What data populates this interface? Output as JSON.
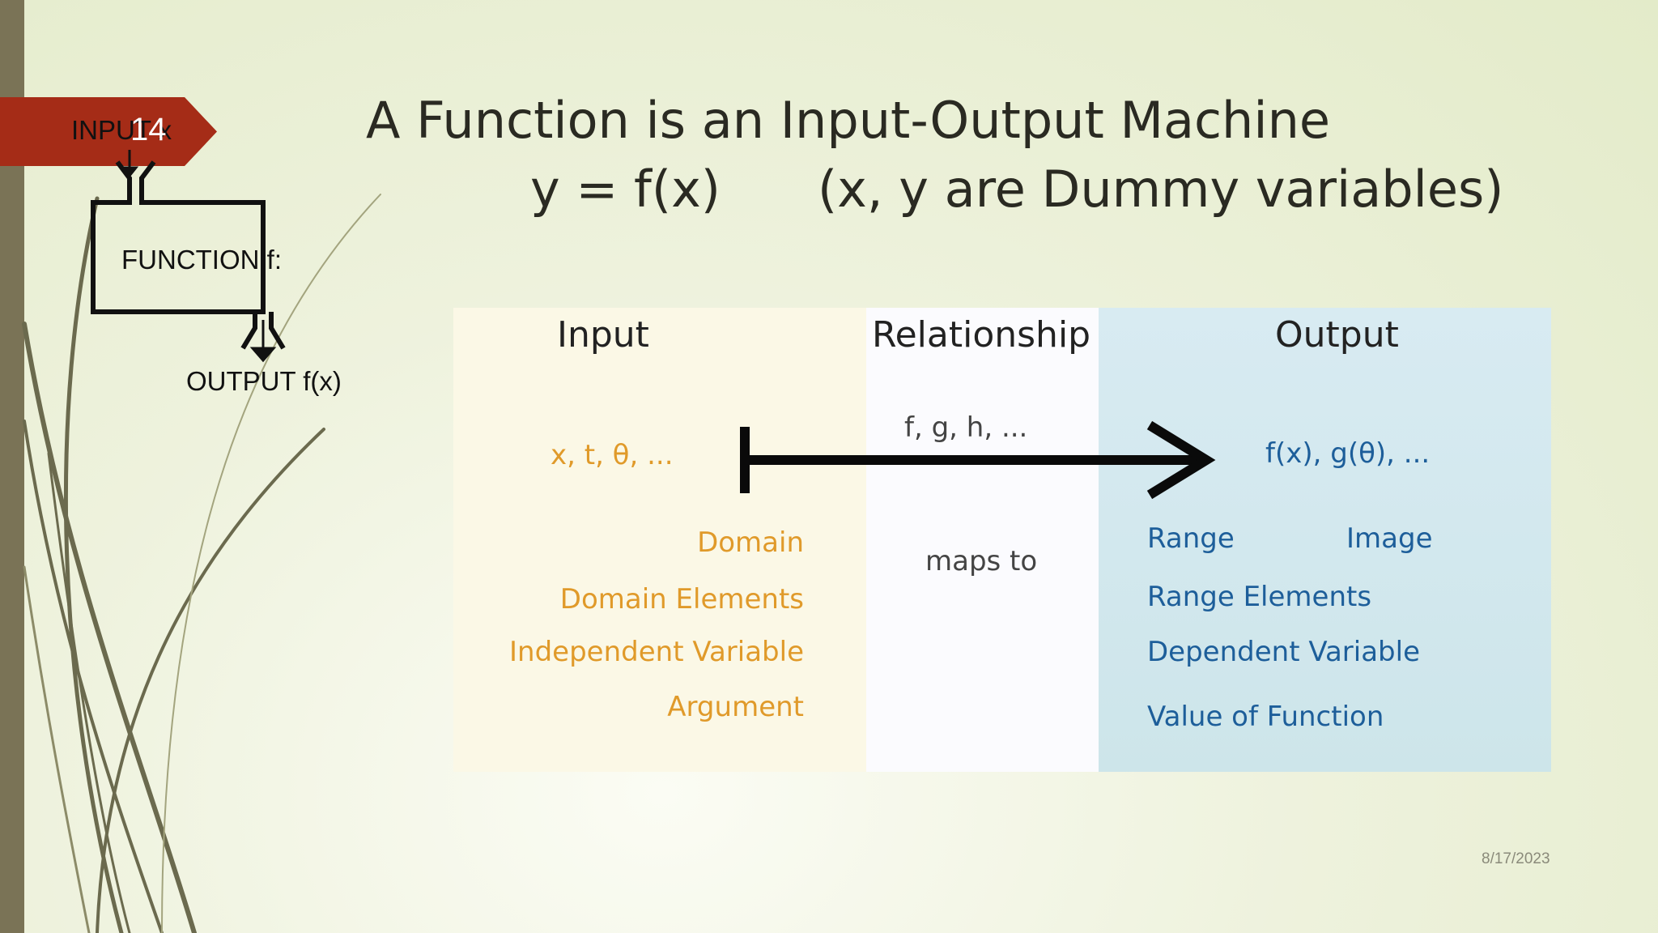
{
  "slide": {
    "number": "14",
    "date": "8/17/2023",
    "title_line1": "A Function is an Input-Output Machine",
    "title_line2_formula": "y = f(x)",
    "title_line2_note": "(x, y are Dummy variables)"
  },
  "machine_diagram": {
    "input_label": "INPUT x",
    "function_label": "FUNCTION f:",
    "output_label": "OUTPUT f(x)"
  },
  "table": {
    "input": {
      "header": "Input",
      "symbols": "x, t, θ, ...",
      "terms": [
        "Domain",
        "Domain Elements",
        "Independent Variable",
        "Argument"
      ]
    },
    "relationship": {
      "header": "Relationship",
      "symbols": "f, g, h, ...",
      "verb": "maps to"
    },
    "output": {
      "header": "Output",
      "symbols": "f(x), g(θ), ...",
      "range": "Range",
      "image": "Image",
      "terms": [
        "Range Elements",
        "Dependent Variable",
        "Value of Function"
      ]
    }
  },
  "colors": {
    "accent_badge": "#a52c17",
    "left_bar": "#7a7356",
    "input_text": "#e09a2a",
    "output_text": "#1d5e9a",
    "output_panel": "#d3e8ee",
    "input_panel": "#fbf8e6"
  }
}
